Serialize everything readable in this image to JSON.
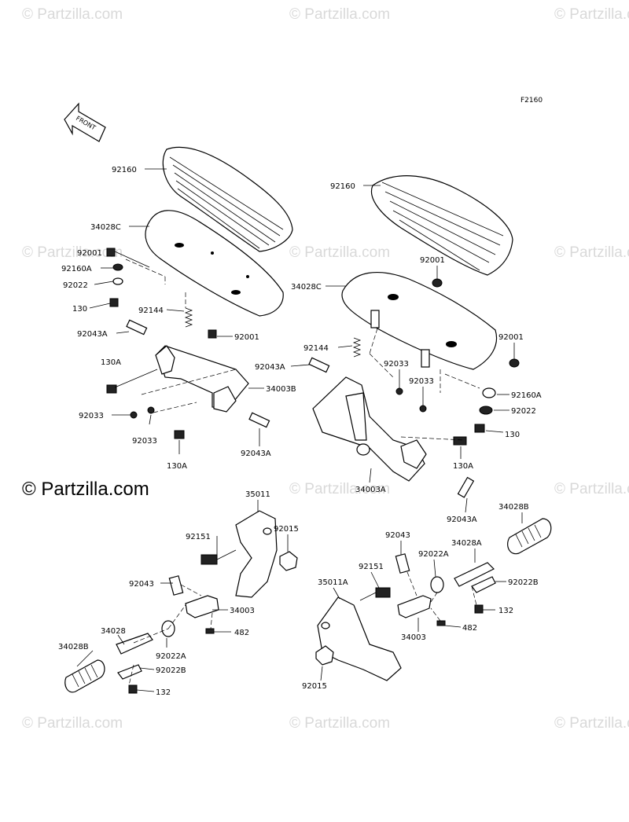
{
  "diagram_code": "F2160",
  "front_label": "FRONT",
  "watermark": "© Partzilla.com",
  "watermark_main": "© Partzilla.com",
  "labels": [
    "92160",
    "34028C",
    "92001",
    "92160A",
    "92022",
    "130",
    "92144",
    "92001",
    "92043A",
    "130A",
    "34003B",
    "92033",
    "92033",
    "130A",
    "92043A",
    "92160",
    "92001",
    "34028C",
    "92144",
    "92043A",
    "92033",
    "92033",
    "92001",
    "92160A",
    "92022",
    "130",
    "130A",
    "34003A",
    "92043A",
    "35011",
    "92151",
    "92015",
    "92043",
    "34003",
    "482",
    "34028",
    "34028B",
    "92022A",
    "92022B",
    "132",
    "92043",
    "92022A",
    "34028A",
    "34028B",
    "92151",
    "35011A",
    "92022B",
    "34003",
    "482",
    "132",
    "92015"
  ]
}
